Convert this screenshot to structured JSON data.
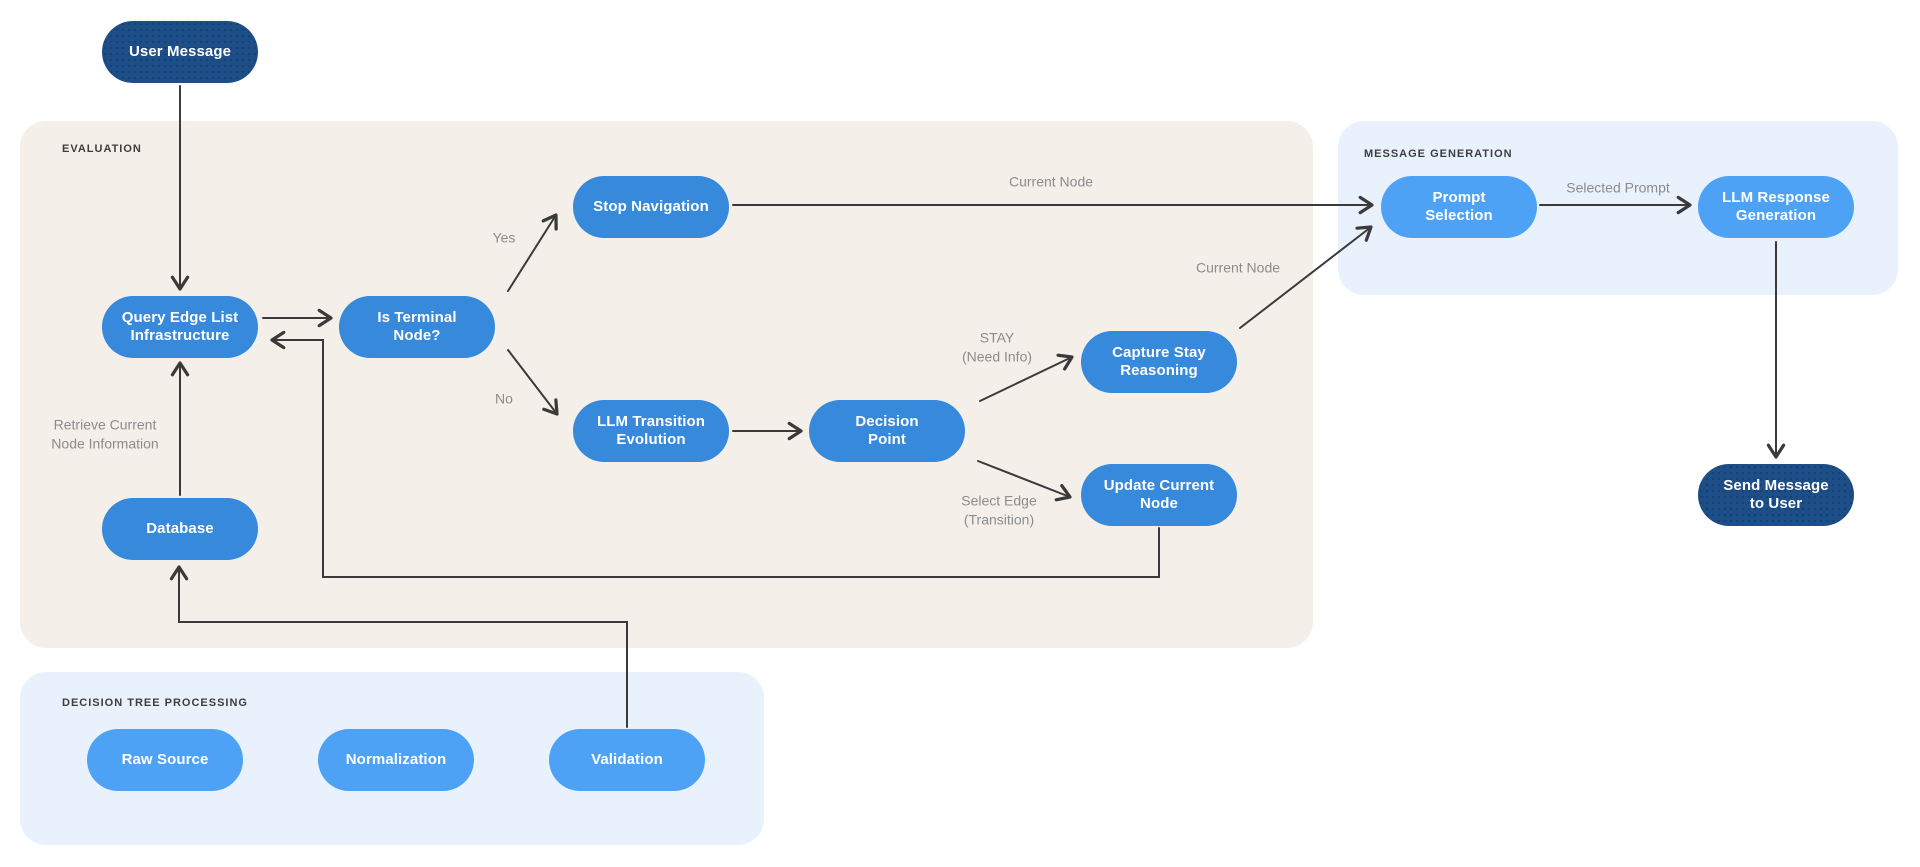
{
  "diagram": {
    "panels": [
      {
        "id": "evaluation",
        "label": "EVALUATION"
      },
      {
        "id": "message_generation",
        "label": "MESSAGE GENERATION"
      },
      {
        "id": "decision_tree_processing",
        "label": "DECISION TREE PROCESSING"
      }
    ],
    "nodes": {
      "user_message": {
        "label": "User Message",
        "style": "dark"
      },
      "query_edge_list": {
        "label": "Query Edge List Infrastructure",
        "style": "medium"
      },
      "is_terminal_node": {
        "label": "Is Terminal Node?",
        "style": "medium"
      },
      "stop_navigation": {
        "label": "Stop Navigation",
        "style": "medium"
      },
      "llm_transition_evolution": {
        "label": "LLM Transition Evolution",
        "style": "medium"
      },
      "decision_point": {
        "label": "Decision Point",
        "style": "medium"
      },
      "capture_stay_reasoning": {
        "label": "Capture Stay Reasoning",
        "style": "medium"
      },
      "update_current_node": {
        "label": "Update Current Node",
        "style": "medium"
      },
      "database": {
        "label": "Database",
        "style": "medium"
      },
      "prompt_selection": {
        "label": "Prompt Selection",
        "style": "light"
      },
      "llm_response_generation": {
        "label": "LLM Response Generation",
        "style": "light"
      },
      "send_message_to_user": {
        "label": "Send Message to User",
        "style": "dark"
      },
      "raw_source": {
        "label": "Raw Source",
        "style": "light"
      },
      "normalization": {
        "label": "Normalization",
        "style": "light"
      },
      "validation": {
        "label": "Validation",
        "style": "light"
      }
    },
    "edge_labels": {
      "yes": "Yes",
      "no": "No",
      "current_node_top": "Current Node",
      "current_node_stay": "Current Node",
      "stay": "STAY\n(Need Info)",
      "select_edge": "Select Edge\n(Transition)",
      "selected_prompt": "Selected Prompt",
      "retrieve_current": "Retrieve Current\nNode Information"
    },
    "colors": {
      "node_dark": "#1D4E88",
      "node_medium": "#3789DB",
      "node_light": "#4DA2F5",
      "panel_warm": "#F4EFE9",
      "panel_blue": "#E9F1FC",
      "connector": "#3A3A3A",
      "edge_label_text": "#8C8C8C",
      "panel_label_text": "#3E3E3E",
      "background": "#FFFFFF"
    }
  }
}
